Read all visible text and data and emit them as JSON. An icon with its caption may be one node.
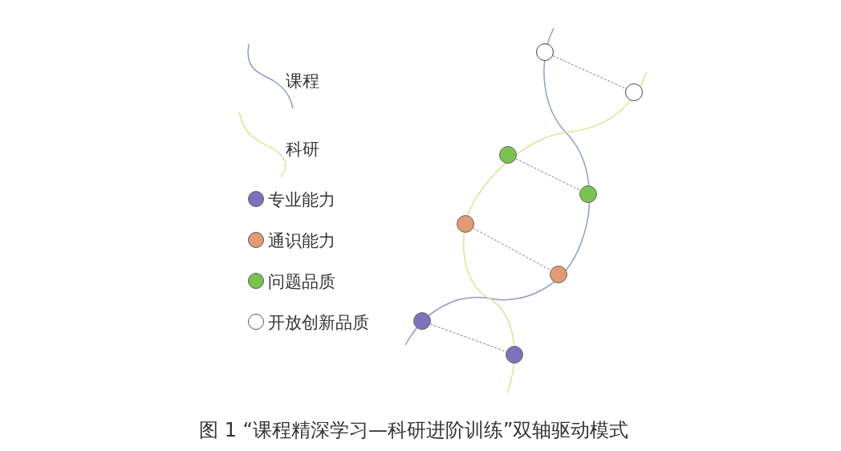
{
  "diagram": {
    "caption": "图 1 “课程精深学习—科研进阶训练”双轴驱动模式",
    "nodes": [
      {
        "text": [],
        "shape": "circle"
      },
      {
        "text": [],
        "shape": "circle"
      },
      {
        "text": [],
        "shape": "circle"
      },
      {
        "text": [],
        "shape": "circle"
      },
      {
        "text": [],
        "shape": "circle"
      },
      {
        "text": [],
        "shape": "circle"
      },
      {
        "text": [],
        "shape": "circle"
      },
      {
        "text": [],
        "shape": "circle"
      }
    ],
    "edges": [
      {
        "from": 0,
        "to": 1,
        "arrow": "none",
        "style": "dashed"
      },
      {
        "from": 2,
        "to": 3,
        "arrow": "none",
        "style": "dashed"
      },
      {
        "from": 4,
        "to": 5,
        "arrow": "none",
        "style": "dashed"
      },
      {
        "from": 6,
        "to": 7,
        "arrow": "none",
        "style": "dashed"
      }
    ],
    "legend": [
      {
        "text": "课程"
      },
      {
        "text": "科研"
      },
      {
        "text": "专业能力",
        "color": "#7b74bd"
      },
      {
        "text": "通识能力",
        "color": "#e29a74"
      },
      {
        "text": "问题品质",
        "color": "#7dc250"
      },
      {
        "text": "开放创新品质",
        "color": "#ffffff"
      }
    ]
  }
}
